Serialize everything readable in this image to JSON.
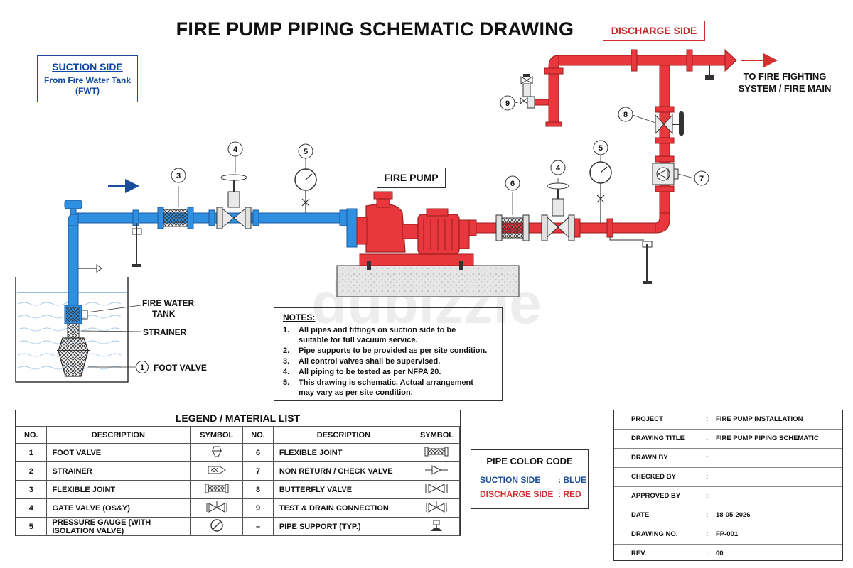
{
  "title": "FIRE PUMP PIPING SCHEMATIC DRAWING",
  "suction_box": {
    "title": "SUCTION SIDE",
    "sub1": "From Fire Water Tank",
    "sub2": "(FWT)"
  },
  "discharge_box": "DISCHARGE SIDE",
  "fire_pump_label": "FIRE PUMP",
  "to_fire": {
    "line1": "TO FIRE FIGHTING",
    "line2": "SYSTEM / FIRE MAIN"
  },
  "tank_labels": {
    "tank1": "FIRE WATER",
    "tank2": "TANK",
    "strainer": "STRAINER",
    "foot_valve": "FOOT VALVE"
  },
  "bubbles": {
    "b1": "1",
    "b3": "3",
    "b4": "4",
    "b5": "5",
    "b6": "6",
    "b7": "7",
    "b8": "8",
    "b9": "9"
  },
  "watermark": "dubizzle",
  "notes": {
    "heading": "NOTES:",
    "items": [
      {
        "n": "1.",
        "text": "All pipes and fittings on suction side to be",
        "text2": "suitable for full vacuum service."
      },
      {
        "n": "2.",
        "text": "Pipe supports to be provided as per site condition.",
        "text2": ""
      },
      {
        "n": "3.",
        "text": "All control valves shall be supervised.",
        "text2": ""
      },
      {
        "n": "4.",
        "text": "All piping to be tested as per NFPA 20.",
        "text2": ""
      },
      {
        "n": "5.",
        "text": "This drawing is schematic. Actual arrangement",
        "text2": "may vary as per site condition."
      }
    ]
  },
  "legend": {
    "caption": "LEGEND / MATERIAL LIST",
    "headers": {
      "no": "NO.",
      "desc": "DESCRIPTION",
      "sym": "SYMBOL"
    },
    "left": [
      {
        "no": "1",
        "desc": "FOOT VALVE",
        "sym": "foot-valve-icon"
      },
      {
        "no": "2",
        "desc": "STRAINER",
        "sym": "strainer-icon"
      },
      {
        "no": "3",
        "desc": "FLEXIBLE JOINT",
        "sym": "flexible-joint-icon"
      },
      {
        "no": "4",
        "desc": "GATE VALVE (OS&Y)",
        "sym": "gate-valve-icon"
      },
      {
        "no": "5",
        "desc": "PRESSURE GAUGE (WITH ISOLATION VALVE)",
        "sym": "pressure-gauge-icon"
      }
    ],
    "right": [
      {
        "no": "6",
        "desc": "FLEXIBLE JOINT",
        "sym": "flexible-joint-icon"
      },
      {
        "no": "7",
        "desc": "NON RETURN / CHECK VALVE",
        "sym": "check-valve-icon"
      },
      {
        "no": "8",
        "desc": "BUTTERFLY VALVE",
        "sym": "butterfly-valve-icon"
      },
      {
        "no": "9",
        "desc": "TEST & DRAIN CONNECTION",
        "sym": "test-drain-icon"
      },
      {
        "no": "–",
        "desc": "PIPE SUPPORT (TYP.)",
        "sym": "pipe-support-icon"
      }
    ]
  },
  "pipe_color_code": {
    "heading": "PIPE COLOR CODE",
    "suction_label": "SUCTION SIDE",
    "suction_value": ": BLUE",
    "discharge_label": "DISCHARGE SIDE",
    "discharge_value": ": RED",
    "colors": {
      "suction": "#2f8fe0",
      "discharge": "#e8383d"
    }
  },
  "title_block": [
    {
      "k": "PROJECT",
      "v": "FIRE PUMP INSTALLATION"
    },
    {
      "k": "DRAWING TITLE",
      "v": "FIRE PUMP PIPING SCHEMATIC"
    },
    {
      "k": "DRAWN BY",
      "v": ""
    },
    {
      "k": "CHECKED BY",
      "v": ""
    },
    {
      "k": "APPROVED BY",
      "v": ""
    },
    {
      "k": "DATE",
      "v": "18-05-2026"
    },
    {
      "k": "DRAWING NO.",
      "v": "FP-001"
    },
    {
      "k": "REV.",
      "v": "00"
    }
  ]
}
